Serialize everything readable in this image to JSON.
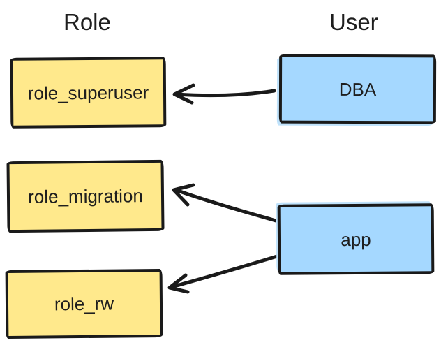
{
  "diagram": {
    "column_headers": {
      "role": "Role",
      "user": "User"
    },
    "nodes": {
      "role_superuser": {
        "label": "role_superuser",
        "type": "role"
      },
      "role_migration": {
        "label": "role_migration",
        "type": "role"
      },
      "role_rw": {
        "label": "role_rw",
        "type": "role"
      },
      "dba": {
        "label": "DBA",
        "type": "user"
      },
      "app": {
        "label": "app",
        "type": "user"
      }
    },
    "edges": [
      {
        "from": "DBA",
        "to": "role_superuser"
      },
      {
        "from": "app",
        "to": "role_migration"
      },
      {
        "from": "app",
        "to": "role_rw"
      }
    ],
    "colors": {
      "role_fill": "#ffe98c",
      "user_fill": "#a5d8ff",
      "stroke": "#1a1a1a",
      "text": "#1e1e1e",
      "background": "#ffffff"
    }
  }
}
